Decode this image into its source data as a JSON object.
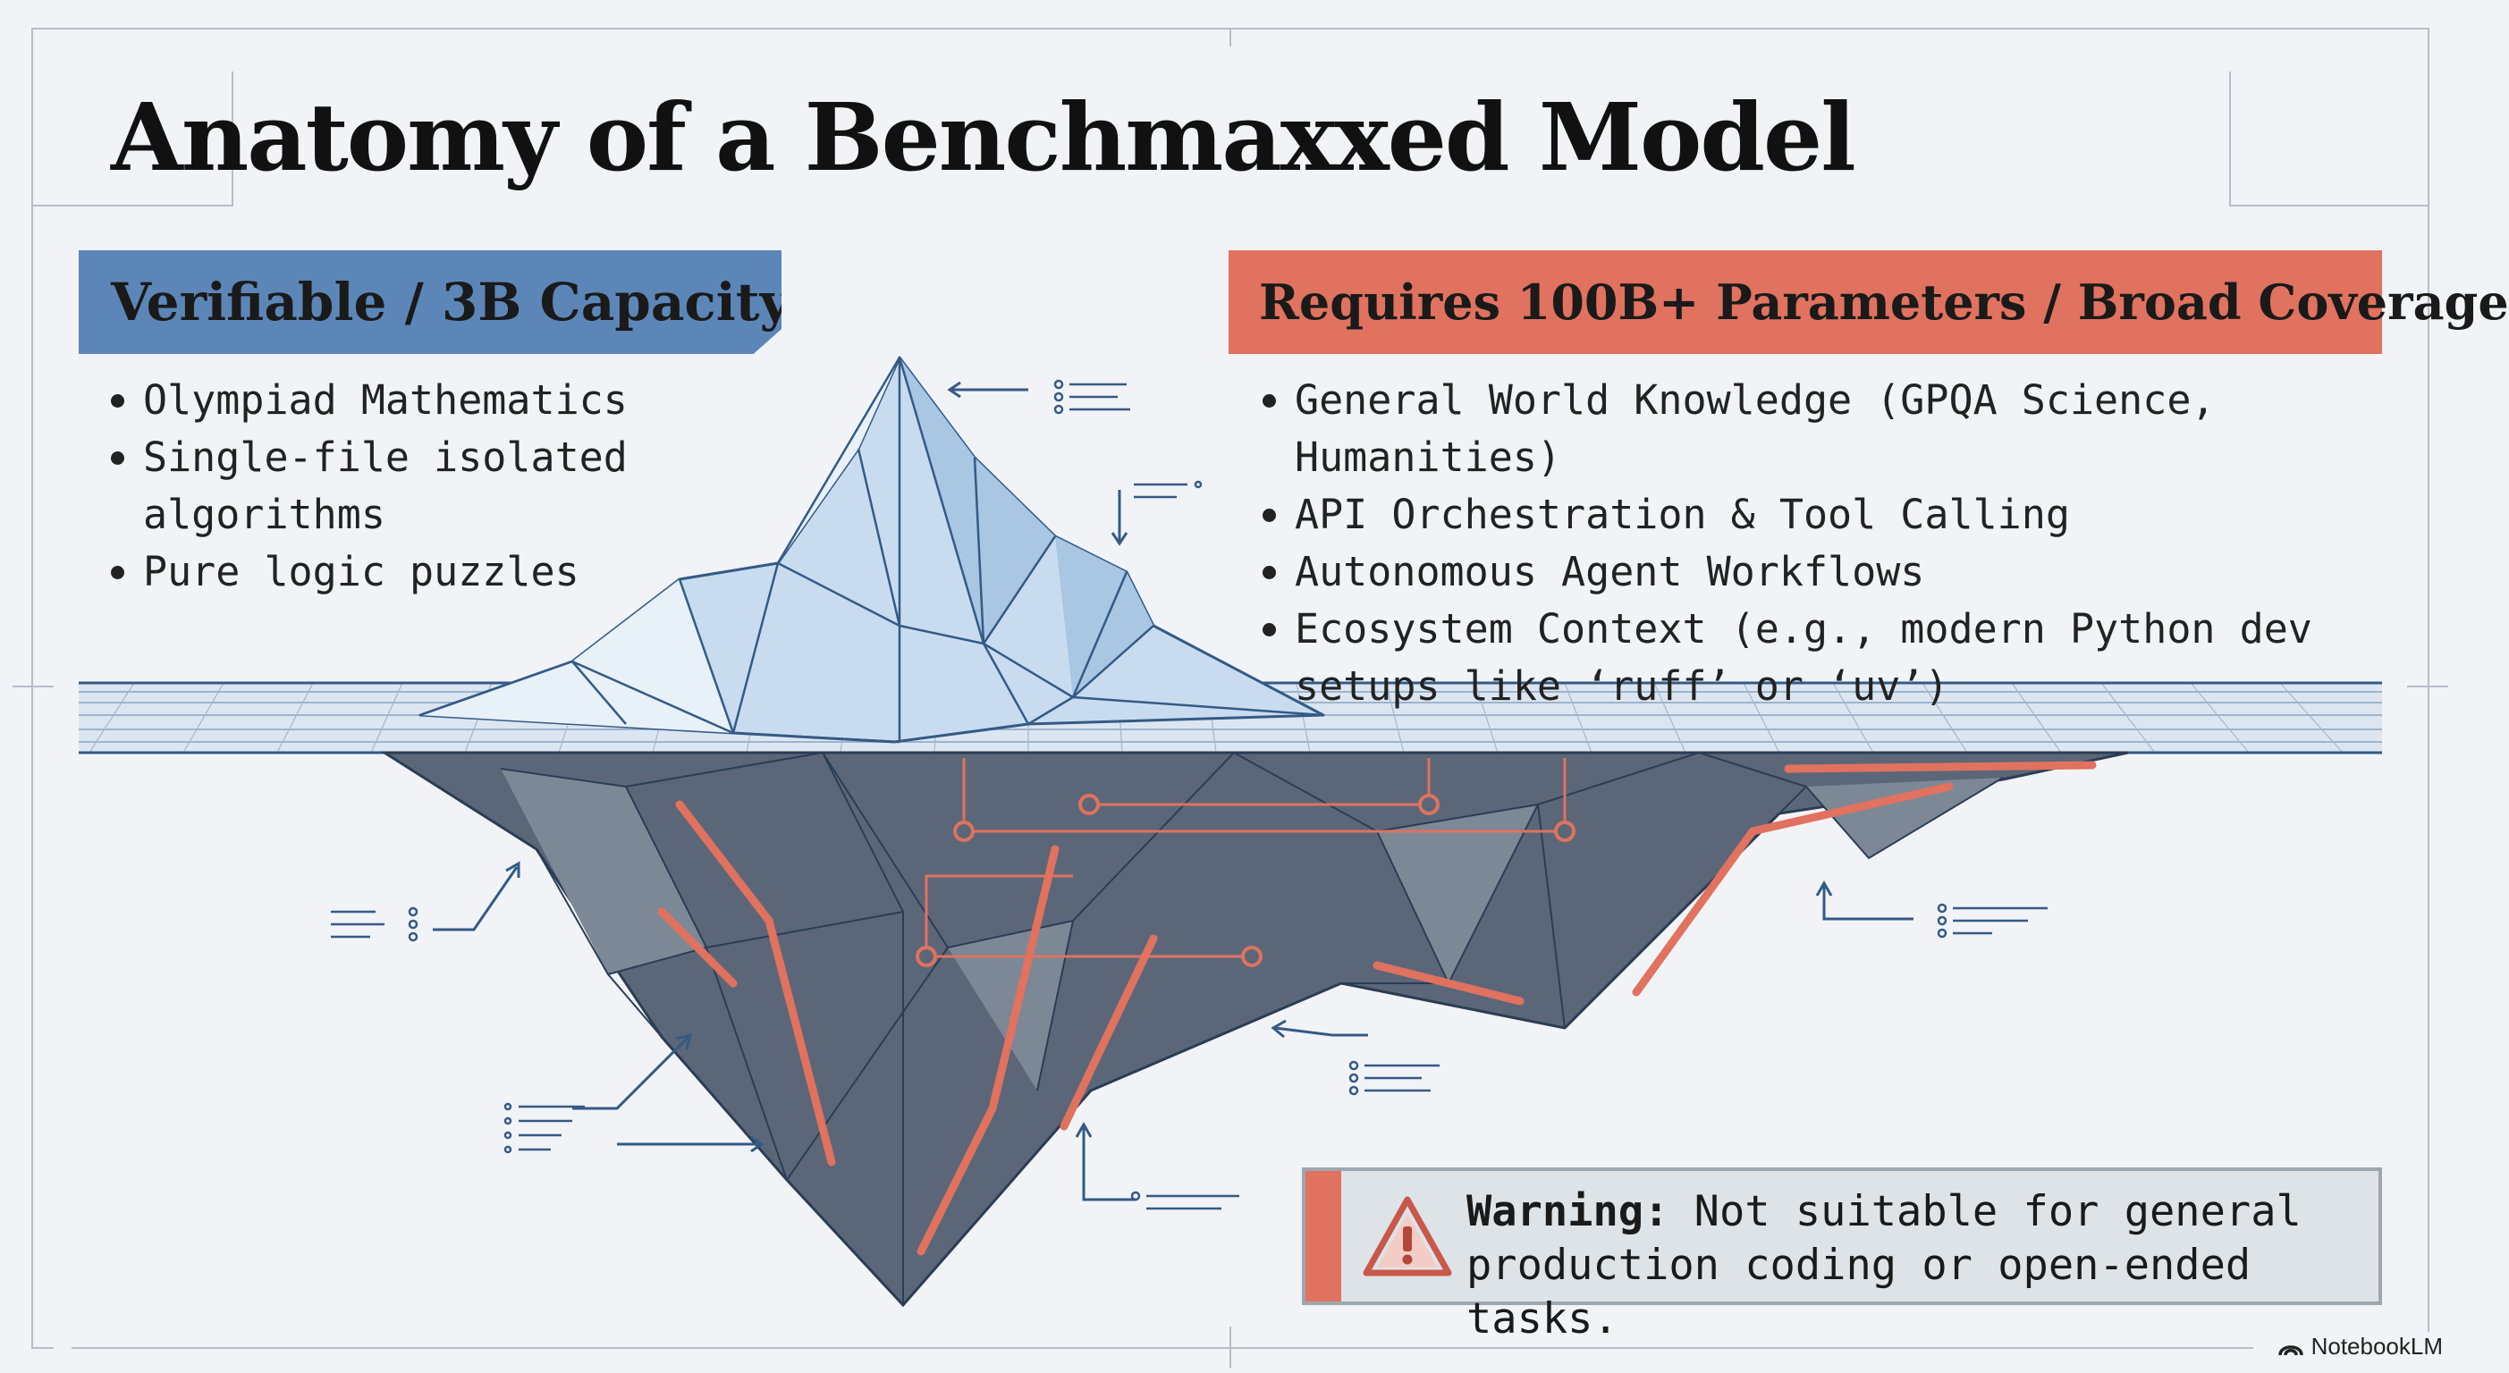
{
  "title": "Anatomy of a Benchmaxxed Model",
  "left_panel": {
    "heading": "Verifiable / 3B Capacity",
    "color": "#5d86b8",
    "items": [
      "Olympiad Mathematics",
      "Single-file isolated algorithms",
      "Pure logic puzzles"
    ]
  },
  "right_panel": {
    "heading": "Requires 100B+ Parameters / Broad Coverage",
    "color": "#e0725f",
    "items": [
      "General World Knowledge (GPQA Science, Humanities)",
      "API Orchestration & Tool Calling",
      "Autonomous Agent Workflows",
      "Ecosystem Context (e.g., modern Python dev setups like ‘ruff’ or ‘uv’)"
    ]
  },
  "warning": {
    "label": "Warning:",
    "text": "Not suitable for general production coding or open-ended tasks.",
    "icon": "warning-triangle-icon"
  },
  "brand": "NotebookLM",
  "colors": {
    "background": "#f1f3f6",
    "ice_above": "#c9dcef",
    "ice_below": "#5b6778",
    "accent": "#e0725f",
    "line": "#345a86"
  }
}
